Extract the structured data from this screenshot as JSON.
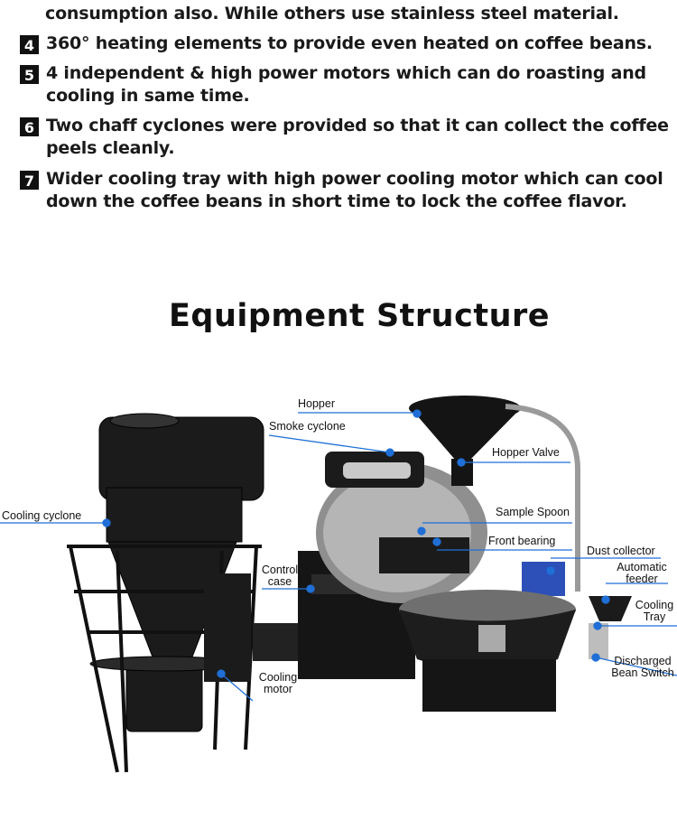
{
  "features": {
    "cut_line": "consumption also. While others use stainless steel material.",
    "items": [
      {
        "num": "4",
        "text": "360° heating elements to provide even heated on coffee beans."
      },
      {
        "num": "5",
        "text": "4 independent & high power motors which can do roasting and cooling in same time."
      },
      {
        "num": "6",
        "text": "Two chaff cyclones were provided so that it can collect the coffee peels cleanly."
      },
      {
        "num": "7",
        "text": "Wider cooling tray with high power cooling motor which can cool down the coffee beans in short time to lock the coffee flavor."
      }
    ]
  },
  "section_title": "Equipment Structure",
  "diagram": {
    "labels": {
      "hopper": "Hopper",
      "smoke_cyclone": "Smoke cyclone",
      "hopper_valve": "Hopper Valve",
      "cooling_cyclone": "Cooling cyclone",
      "sample_spoon": "Sample Spoon",
      "front_bearing": "Front bearing",
      "dust_collector": "Dust collector",
      "automatic_feeder": "Automatic feeder",
      "control_case": "Control case",
      "cooling_tray": "Cooling Tray",
      "cooling_motor": "Cooling motor",
      "discharged_bean_switch": "Discharged Bean Switch"
    },
    "colors": {
      "leader": "#1f6fd6",
      "machine": "#1b1b1b",
      "drum": "#9a9a9a"
    }
  }
}
